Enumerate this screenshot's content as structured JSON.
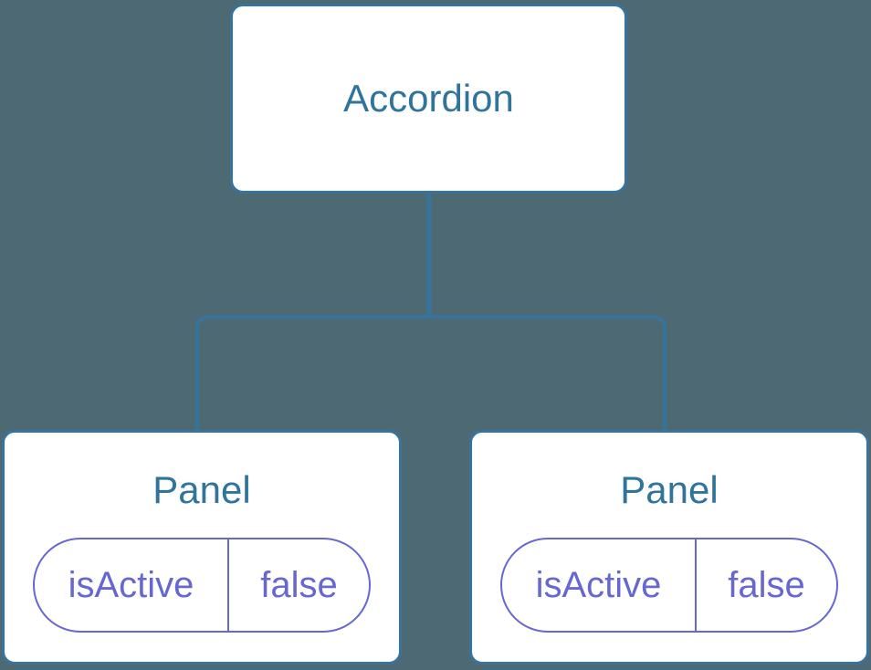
{
  "colors": {
    "background": "#4d6973",
    "node_fill": "#ffffff",
    "node_border": "#36749e",
    "connector": "#36749e",
    "title_text": "#30749c",
    "prop_border": "#6767d2",
    "prop_text": "#6767d2"
  },
  "tree": {
    "root": {
      "label": "Accordion"
    },
    "children": [
      {
        "label": "Panel",
        "props": [
          {
            "name": "isActive",
            "value": "false"
          }
        ]
      },
      {
        "label": "Panel",
        "props": [
          {
            "name": "isActive",
            "value": "false"
          }
        ]
      }
    ]
  }
}
